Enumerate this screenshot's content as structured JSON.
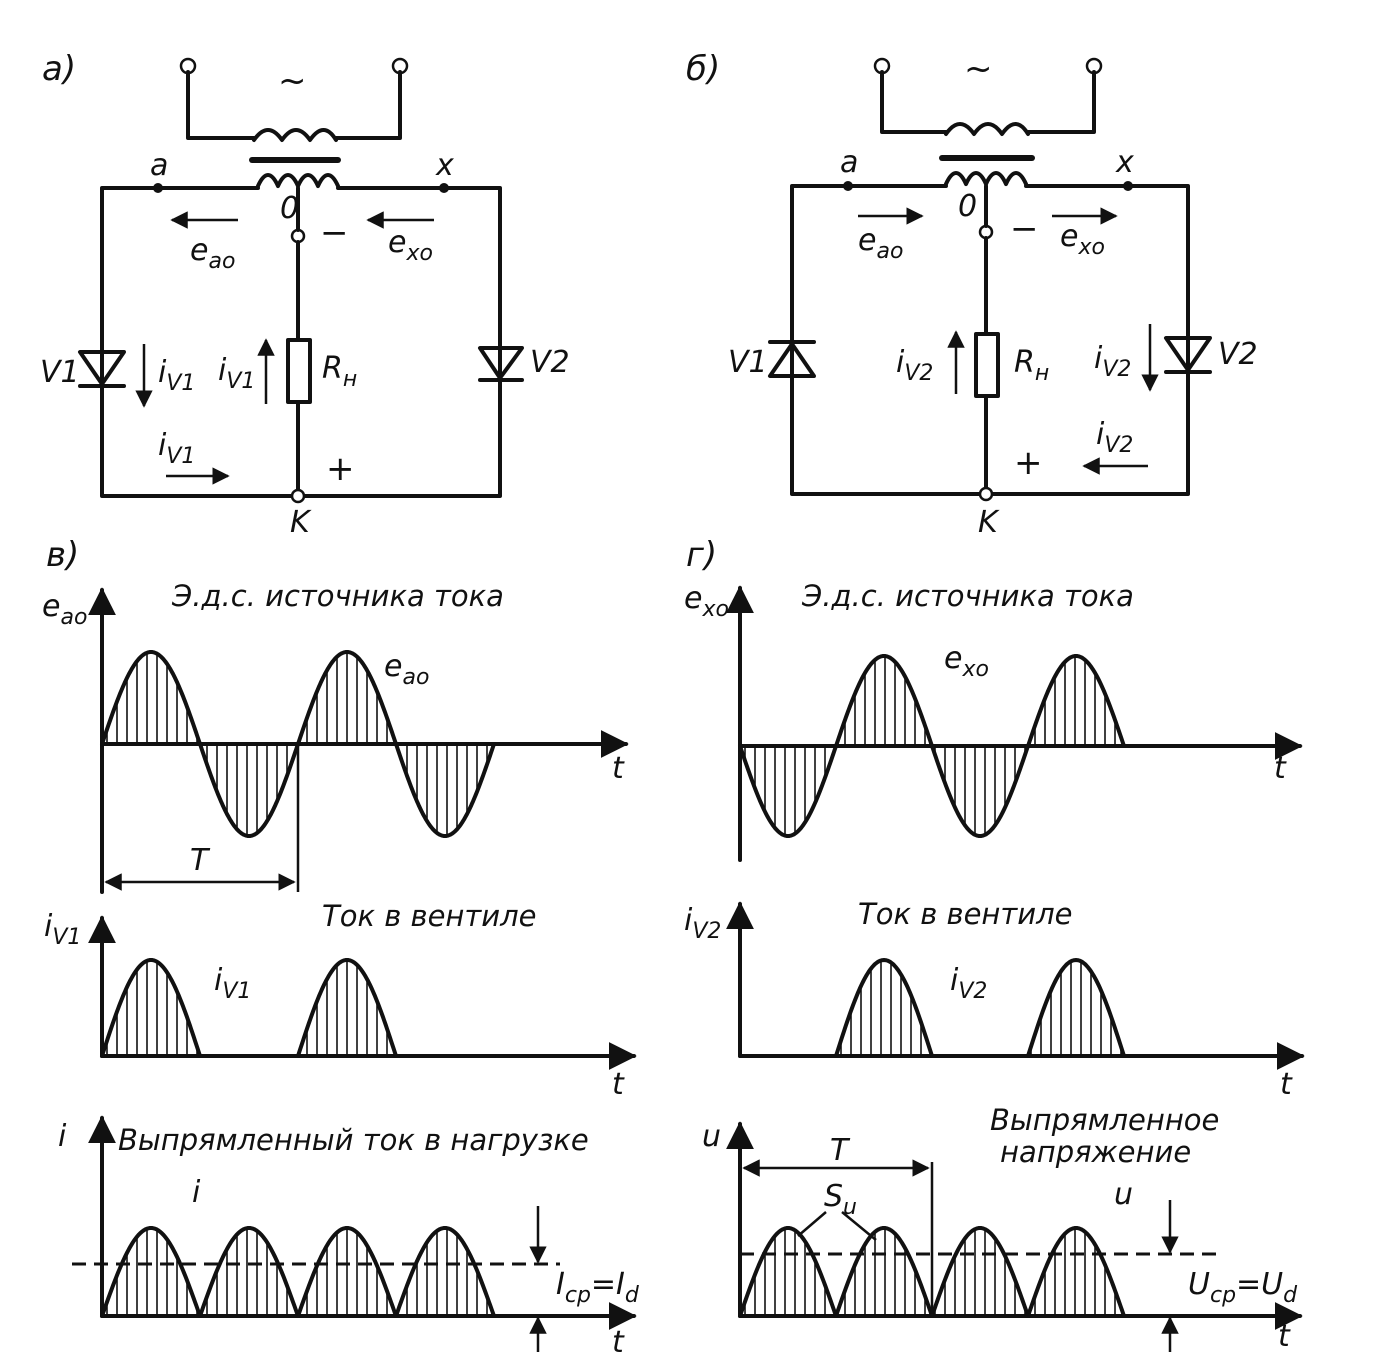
{
  "panels": {
    "a": {
      "tag": "а)",
      "source_symbol": "~",
      "node_a": "a",
      "node_x": "x",
      "node_o": "0",
      "node_k": "K",
      "minus": "−",
      "plus": "+",
      "emf_left": "e",
      "emf_left_sub": "ao",
      "emf_right": "e",
      "emf_right_sub": "xo",
      "diode_left": "V1",
      "diode_right": "V2",
      "load": "R",
      "load_sub": "н",
      "current_1": "i",
      "current_1_sub": "V1",
      "current_2": "i",
      "current_2_sub": "V1",
      "current_3": "i",
      "current_3_sub": "V1"
    },
    "b": {
      "tag": "б)",
      "source_symbol": "~",
      "node_a": "a",
      "node_x": "x",
      "node_o": "0",
      "node_k": "K",
      "minus": "−",
      "plus": "+",
      "emf_left": "e",
      "emf_left_sub": "ao",
      "emf_right": "e",
      "emf_right_sub": "xo",
      "diode_left": "V1",
      "diode_right": "V2",
      "load": "R",
      "load_sub": "н",
      "current_1": "i",
      "current_1_sub": "V2",
      "current_2": "i",
      "current_2_sub": "V2",
      "current_3": "i",
      "current_3_sub": "V2"
    },
    "c": {
      "tag": "в)",
      "top_title": "Э.д.с. источника тока",
      "top_axis": "e",
      "top_axis_sub": "ao",
      "top_curve": "e",
      "top_curve_sub": "ao",
      "period": "T",
      "mid_title": "Ток в вентиле",
      "mid_axis": "i",
      "mid_axis_sub": "V1",
      "mid_curve": "i",
      "mid_curve_sub": "V1",
      "bot_title": "Выпрямленный ток в нагрузке",
      "bot_axis": "i",
      "bot_curve": "i",
      "avg": "I",
      "avg_sub": "ср",
      "avg_eq": "=I",
      "avg_eq_sub": "d",
      "t": "t"
    },
    "d": {
      "tag": "г)",
      "top_title": "Э.д.с. источника тока",
      "top_axis": "e",
      "top_axis_sub": "xo",
      "top_curve": "e",
      "top_curve_sub": "xo",
      "mid_title": "Ток в вентиле",
      "mid_axis": "i",
      "mid_axis_sub": "V2",
      "mid_curve": "i",
      "mid_curve_sub": "V2",
      "bot_title_1": "Выпрямленное",
      "bot_title_2": "напряжение",
      "bot_axis": "u",
      "bot_curve": "u",
      "period": "T",
      "area": "S",
      "area_sub": "u",
      "avg": "U",
      "avg_sub": "ср",
      "avg_eq": "=U",
      "avg_eq_sub": "d",
      "t": "t"
    }
  }
}
